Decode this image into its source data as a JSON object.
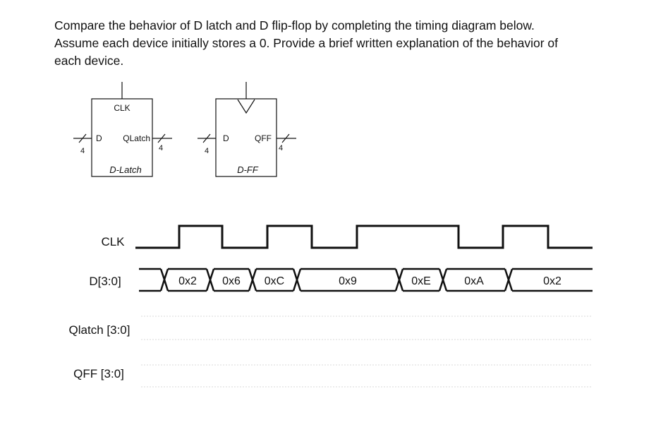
{
  "prompt": {
    "line1": "Compare the behavior of D latch and D flip-flop by completing the timing diagram below.",
    "line2": "Assume each device initially stores a 0.  Provide a brief written explanation of the behavior of",
    "line3": "each device."
  },
  "latch_block": {
    "clk_label": "CLK",
    "d_label": "D",
    "q_label": "QLatch",
    "name": "D-Latch",
    "bus_in_width": "4",
    "bus_out_width": "4"
  },
  "ff_block": {
    "d_label": "D",
    "q_label": "QFF",
    "name": "D-FF",
    "bus_in_width": "4",
    "bus_out_width": "4"
  },
  "timing": {
    "clk_label": "CLK",
    "d_label": "D[3:0]",
    "qlatch_label": "Qlatch [3:0]",
    "qff_label": "QFF [3:0]",
    "d_values": [
      "0x2",
      "0x6",
      "0xC",
      "0x9",
      "0xE",
      "0xA",
      "0x2"
    ]
  }
}
